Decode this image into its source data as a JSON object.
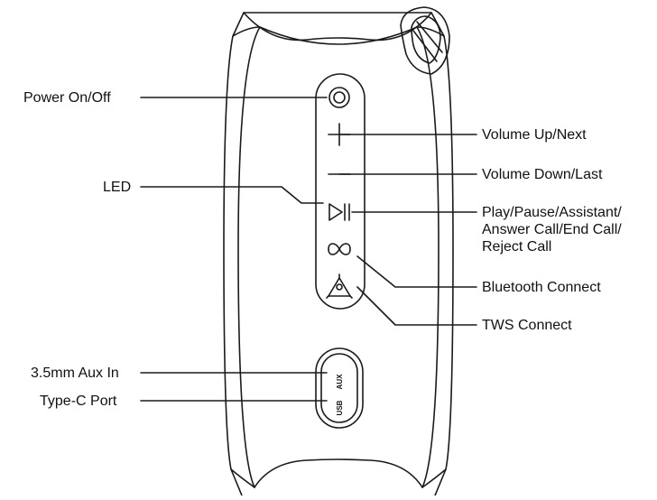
{
  "labels": {
    "power": "Power On/Off",
    "led": "LED",
    "aux": "3.5mm Aux In",
    "typec": "Type-C Port",
    "vol_up": "Volume Up/Next",
    "vol_down": "Volume Down/Last",
    "play_line1": "Play/Pause/Assistant/",
    "play_line2": "Answer Call/End Call/",
    "play_line3": "Reject Call",
    "bluetooth": "Bluetooth Connect",
    "tws": "TWS Connect"
  },
  "ports": {
    "aux": "AUX",
    "usb": "USB"
  },
  "icons": [
    "power-icon",
    "plus-icon",
    "minus-icon",
    "play-pause-icon",
    "bluetooth-infinity-icon",
    "tws-triangle-icon"
  ]
}
